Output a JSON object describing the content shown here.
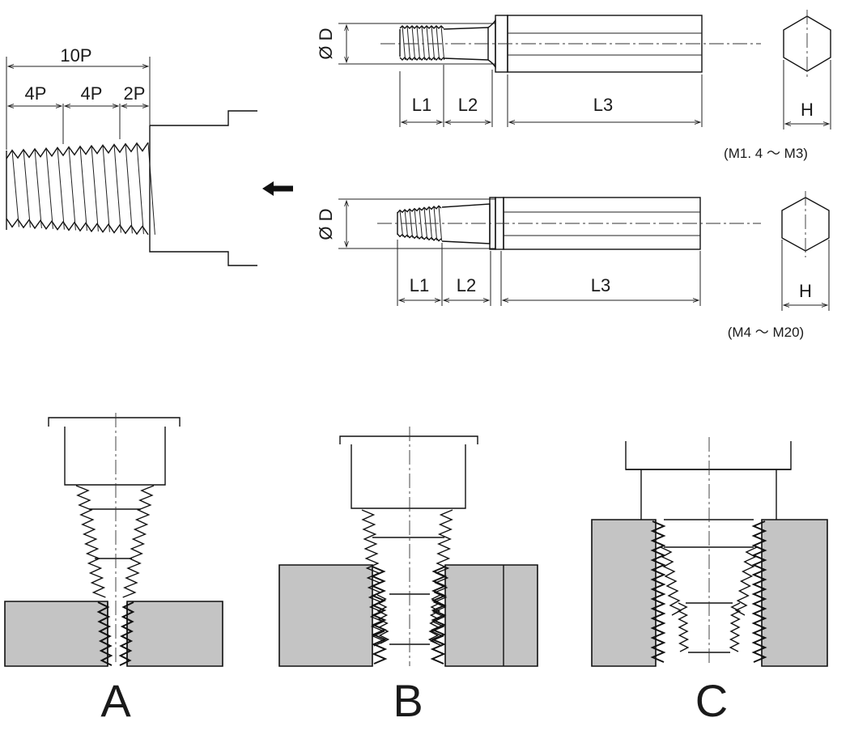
{
  "colors": {
    "line": "#111111",
    "gray_fill": "#c4c4c4",
    "background": "#ffffff"
  },
  "thread_dims": {
    "total": "10P",
    "seg1": "4P",
    "seg2": "4P",
    "seg3": "2P"
  },
  "top_tap": {
    "diameter": "Ø D",
    "l1": "L1",
    "l2": "L2",
    "l3": "L3",
    "h": "H",
    "range": "(M1. 4 ～ M3)"
  },
  "bottom_tap": {
    "diameter": "Ø D",
    "l1": "L1",
    "l2": "L2",
    "l3": "L3",
    "h": "H",
    "range": "(M4 ～ M20)"
  },
  "steps": {
    "a": "A",
    "b": "B",
    "c": "C"
  },
  "icons": {
    "direction": "left-arrow-icon"
  }
}
